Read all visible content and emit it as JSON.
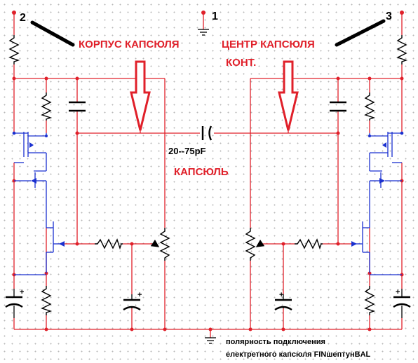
{
  "nodes": {
    "node1": "1",
    "node2": "2",
    "node3": "3"
  },
  "labels": {
    "korpus": "КОРПУС КАПСЮЛЯ",
    "centr": "ЦЕНТР КАПСЮЛЯ",
    "kont": "КОНТ.",
    "capsule": "КАПСЮЛЬ",
    "cap_value": "20--75pF",
    "plus": "+"
  },
  "note": {
    "line1": "полярность подключения",
    "line2": "електретного капсюля FINшептунBAL"
  },
  "colors": {
    "wire": "#e0202a",
    "signal": "#1a30d0",
    "component": "#000000",
    "text_red": "#e0202a"
  }
}
